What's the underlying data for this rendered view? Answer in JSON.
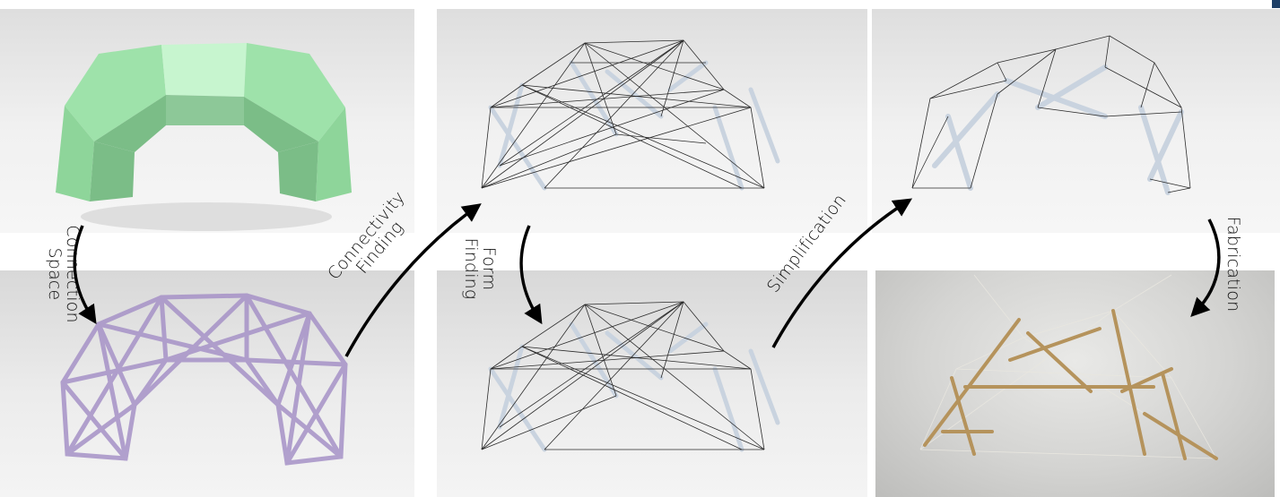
{
  "labels": {
    "connection_space": [
      "Connection",
      "Space"
    ],
    "connectivity_finding": [
      "Connectivity",
      "Finding"
    ],
    "form_finding": [
      "Form",
      "Finding"
    ],
    "simplification": "Simplification",
    "fabrication": "Fabrication"
  },
  "colors": {
    "green_model": "#a6eab2",
    "purple_model": "#a692c7",
    "strut": "#c9d3df",
    "cable": "#2b2b2b",
    "bamboo": "#b5935c",
    "arrow": "#000000"
  }
}
